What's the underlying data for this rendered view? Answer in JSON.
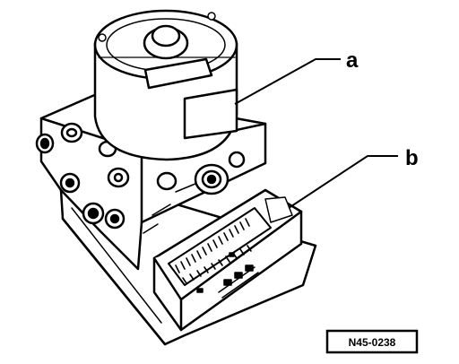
{
  "callouts": {
    "a": "a",
    "b": "b"
  },
  "figure_ref": "N45-0238",
  "colors": {
    "ink": "#000000",
    "paper": "#ffffff"
  },
  "icons": {
    "abs_unit": "abs-hydraulic-unit-illustration",
    "motor": "pump-motor-illustration",
    "connector": "wiring-connector-illustration"
  }
}
